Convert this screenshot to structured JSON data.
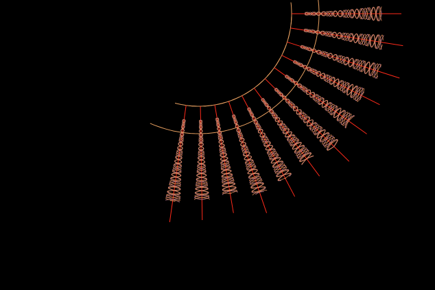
{
  "figure": {
    "background": "#000000",
    "colors": {
      "arc": "#e8a060",
      "stem": "#ff2a1a",
      "lobe_inner": "#2a2ad8",
      "lobe_outer": "#e8905a"
    },
    "ray_count": 12,
    "rays": [
      {
        "id": 1
      },
      {
        "id": 2
      },
      {
        "id": 3
      },
      {
        "id": 4
      },
      {
        "id": 5
      },
      {
        "id": 6
      },
      {
        "id": 7
      },
      {
        "id": 8
      },
      {
        "id": 9
      },
      {
        "id": 10
      },
      {
        "id": 11
      },
      {
        "id": 12
      }
    ]
  }
}
